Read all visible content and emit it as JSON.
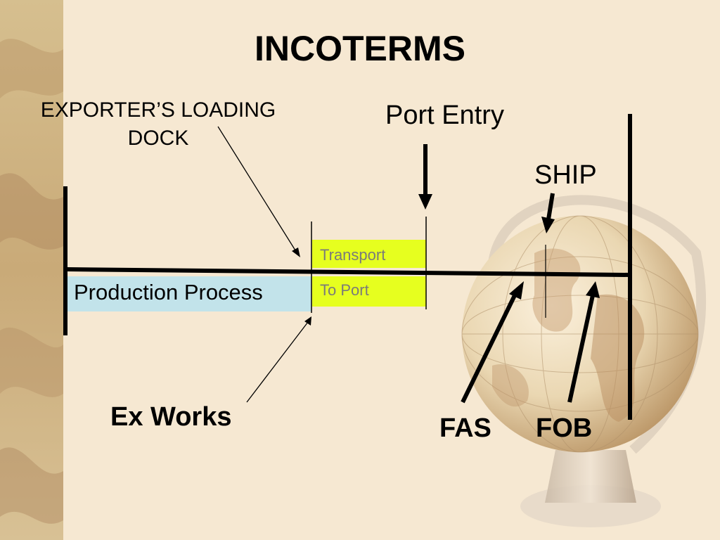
{
  "slide": {
    "title": "INCOTERMS",
    "exporter_label_line1": "EXPORTER’S LOADING",
    "exporter_label_line2": "DOCK",
    "port_entry_label": "Port Entry",
    "ship_label": "SHIP",
    "production_label": "Production Process",
    "transport_label": "Transport",
    "to_port_label": "To  Port",
    "exworks_label": "Ex Works",
    "fas_label": "FAS",
    "fob_label": "FOB"
  },
  "colors": {
    "background": "#f6e8d2",
    "production_box": "#c2e3ea",
    "transport_box": "#e6ff1f",
    "line": "#000000",
    "faint_text": "#7a7a7a"
  }
}
